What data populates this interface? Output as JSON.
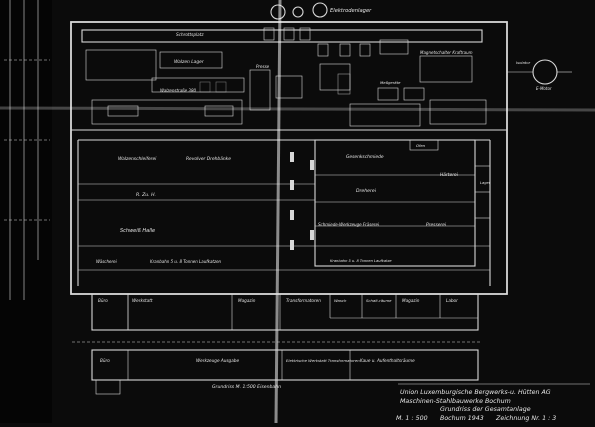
{
  "drawing": {
    "top_labels": {
      "left_top": "Schrottsplatz",
      "top_right": "Elektrodenlager",
      "left_mid": "Walzen Lager",
      "machine_room": "Walzenstraße 380",
      "press": "Presse",
      "right_lower": "Magnetschalter Kraftraum",
      "motor": "E-Motor",
      "right_small": "Meßgeräte",
      "far_right": "Isolator"
    },
    "hall_labels": {
      "row1_left": "Walzenschleiferei",
      "row1_mid": "Revolver Drehbänke",
      "row1_right": "Gesenkschmiede",
      "row1_far_right": "Härterei",
      "row2_left": "R. Zu. H.",
      "row2_right": "Dreherei",
      "row2_far_right": "Lager",
      "row3_left": "Schweiß Halle",
      "row3_mid": "Schmiede-Werkzeuge Fräserei",
      "row3_right": "Presserei",
      "row4_left": "Wäscherei",
      "row4_mid": "Kranbahn 5 u. 8 Tonnen Laufkatzen",
      "row4_right": "Kranbahn 5 u. 8 Tonnen Laufkatze",
      "box_right": "Ofen"
    },
    "offices_upper": [
      "Büro",
      "Werkstatt",
      "Magazin",
      "Transformatoren",
      "Wasch",
      "Schalt-räume",
      "Magazin",
      "Labor"
    ],
    "offices_lower": [
      "Büro",
      "Werkzeuge Ausgabe",
      "Elektrische Werkstatt Transformatoren",
      "Kaue u. Aufenthaltsräume"
    ],
    "bottom_left_caption": "Grundriss M. 1:500 Eisenbahn",
    "title_block": {
      "line1": "Union Luxemburgische Bergwerks-u. Hütten AG",
      "line2": "Maschinen-Stahlbauwerke Bochum",
      "line3": "Grundriss der Gesamtanlage",
      "scale": "M. 1 : 500",
      "date": "Bochum 1943",
      "number": "Zeichnung Nr. 1 : 3"
    }
  }
}
